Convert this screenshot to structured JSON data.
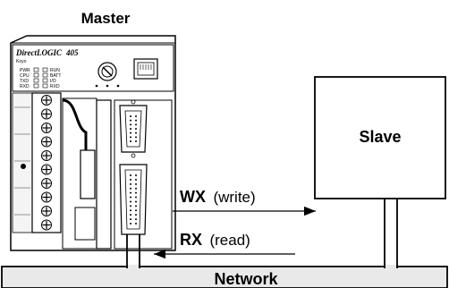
{
  "master": {
    "title": "Master",
    "plc": {
      "brand": "DirectLOGIC",
      "model": "405",
      "maker": "Koyo",
      "leds_left": [
        "PWR",
        "CPU",
        "TXD",
        "RXD"
      ],
      "leds_right": [
        "RUN",
        "BATT",
        "I/O",
        "RXD"
      ]
    }
  },
  "slave": {
    "title": "Slave"
  },
  "write_arrow": {
    "code": "WX",
    "desc": "(write)"
  },
  "read_arrow": {
    "code": "RX",
    "desc": "(read)"
  },
  "network": {
    "label": "Network"
  }
}
